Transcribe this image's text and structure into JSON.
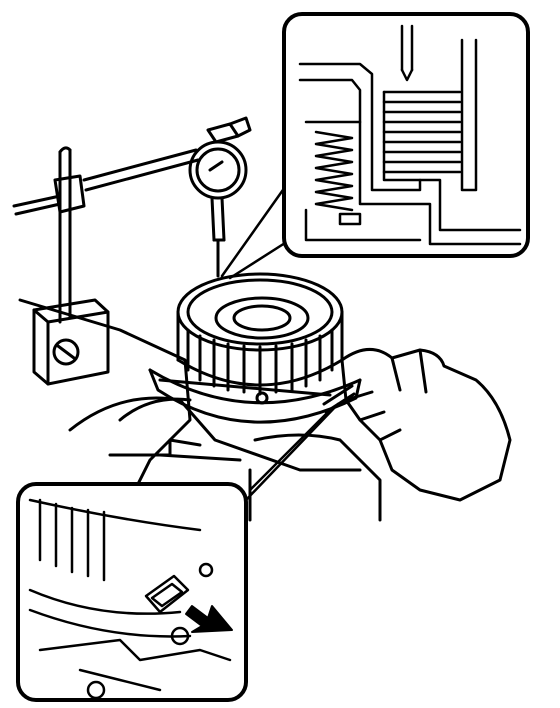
{
  "figure": {
    "background": "#ffffff",
    "ink": "#000000",
    "components": [
      "magnetic-base",
      "dial-indicator",
      "clutch-drum",
      "transmission-case",
      "hand",
      "clutch-pack-detail",
      "air-port-detail",
      "arrow"
    ]
  }
}
